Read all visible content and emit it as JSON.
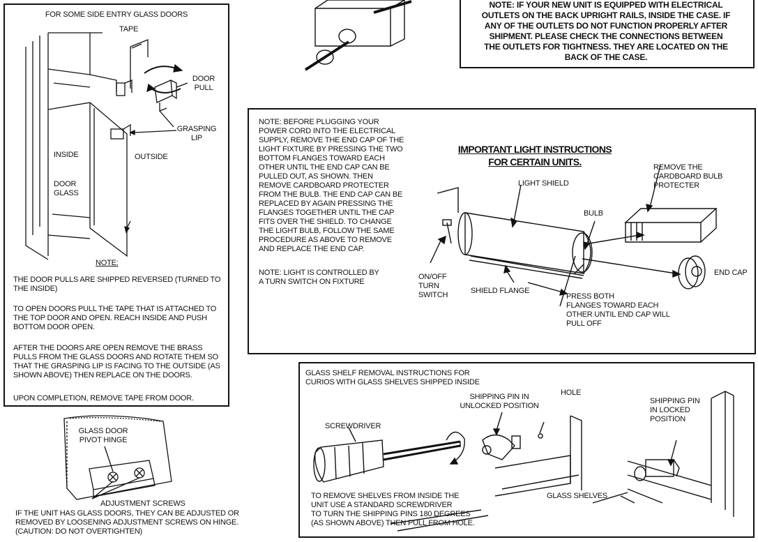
{
  "side_door": {
    "title": "FOR SOME SIDE ENTRY GLASS DOORS",
    "labels": {
      "tape": "TAPE",
      "door_pull": "DOOR\nPULL",
      "grasping_lip": "GRASPING\nLIP",
      "inside": "INSIDE",
      "outside": "OUTSIDE",
      "door_glass": "DOOR\nGLASS"
    },
    "note_heading": "NOTE:",
    "paragraphs": [
      "THE DOOR PULLS ARE SHIPPED REVERSED (TURNED TO THE INSIDE)",
      "TO OPEN DOORS PULL THE TAPE THAT IS ATTACHED TO THE TOP DOOR AND OPEN.  REACH INSIDE AND PUSH BOTTOM DOOR OPEN.",
      "AFTER THE DOORS ARE OPEN REMOVE THE BRASS PULLS FROM THE GLASS DOORS AND ROTATE THEM SO THAT THE GRASPING LIP IS FACING TO THE OUTSIDE (AS SHOWN ABOVE) THEN REPLACE ON THE DOORS.",
      "UPON COMPLETION, REMOVE TAPE FROM DOOR."
    ]
  },
  "hinge": {
    "pivot_label": "GLASS DOOR\nPIVOT HINGE",
    "screws_label": "ADJUSTMENT SCREWS",
    "text": "IF THE UNIT HAS GLASS DOORS, THEY CAN BE ADJUSTED OR REMOVED BY LOOSENING ADJUSTMENT SCREWS ON HINGE. (CAUTION: DO NOT OVERTIGHTEN)"
  },
  "electrical_note": {
    "text": "NOTE: IF YOUR NEW UNIT IS EQUIPPED WITH ELECTRICAL OUTLETS ON THE BACK UPRIGHT RAILS, INSIDE THE CASE. IF ANY OF THE OUTLETS DO NOT FUNCTION PROPERLY AFTER SHIPMENT. PLEASE CHECK THE CONNECTIONS BETWEEN THE OUTLETS FOR TIGHTNESS. THEY ARE LOCATED ON THE BACK OF THE CASE."
  },
  "light": {
    "left_text": "NOTE: BEFORE PLUGGING YOUR POWER CORD INTO THE ELECTRICAL SUPPLY, REMOVE THE END CAP OF THE LIGHT FIXTURE BY PRESSING THE TWO BOTTOM FLANGES TOWARD EACH OTHER UNTIL THE END CAP CAN BE PULLED OUT, AS SHOWN. THEN REMOVE CARDBOARD PROTECTER FROM THE BULB. THE END CAP CAN BE REPLACED BY AGAIN PRESSING THE FLANGES TOGETHER UNTIL THE CAP FITS OVER THE SHIELD. TO CHANGE THE LIGHT BULB, FOLLOW THE SAME PROCEDURE AS ABOVE TO REMOVE AND REPLACE THE END CAP.",
    "switch_note": "NOTE: LIGHT IS CONTROLLED BY A TURN SWITCH ON FIXTURE",
    "title": "IMPORTANT LIGHT INSTRUCTIONS\nFOR CERTAIN UNITS.",
    "labels": {
      "light_shield": "LIGHT SHIELD",
      "bulb": "BULB",
      "protecter": "REMOVE THE\nCARDBOARD BULB\nPROTECTER",
      "end_cap": "END CAP",
      "switch": "ON/OFF\nTURN\nSWITCH",
      "shield_flange": "SHIELD FLANGE",
      "press": "PRESS BOTH\nFLANGES TOWARD EACH\nOTHER UNTIL END CAP WILL\nPULL OFF"
    }
  },
  "shelf": {
    "title": "GLASS SHELF REMOVAL INSTRUCTIONS FOR\nCURIOS WITH GLASS SHELVES SHIPPED INSIDE",
    "labels": {
      "pin_unlocked": "SHIPPING PIN IN\nUNLOCKED POSITION",
      "hole": "HOLE",
      "pin_locked": "SHIPPING PIN\nIN LOCKED\nPOSITION",
      "screwdriver": "SCREWDRIVER",
      "glass_shelves": "GLASS SHELVES"
    },
    "text": "TO REMOVE SHELVES FROM INSIDE THE\nUNIT USE A STANDARD SCREWDRIVER\nTO TURN THE SHIPPING PINS 180 DEGREES\n(AS SHOWN ABOVE) THEN PULL FROM HOLE."
  }
}
